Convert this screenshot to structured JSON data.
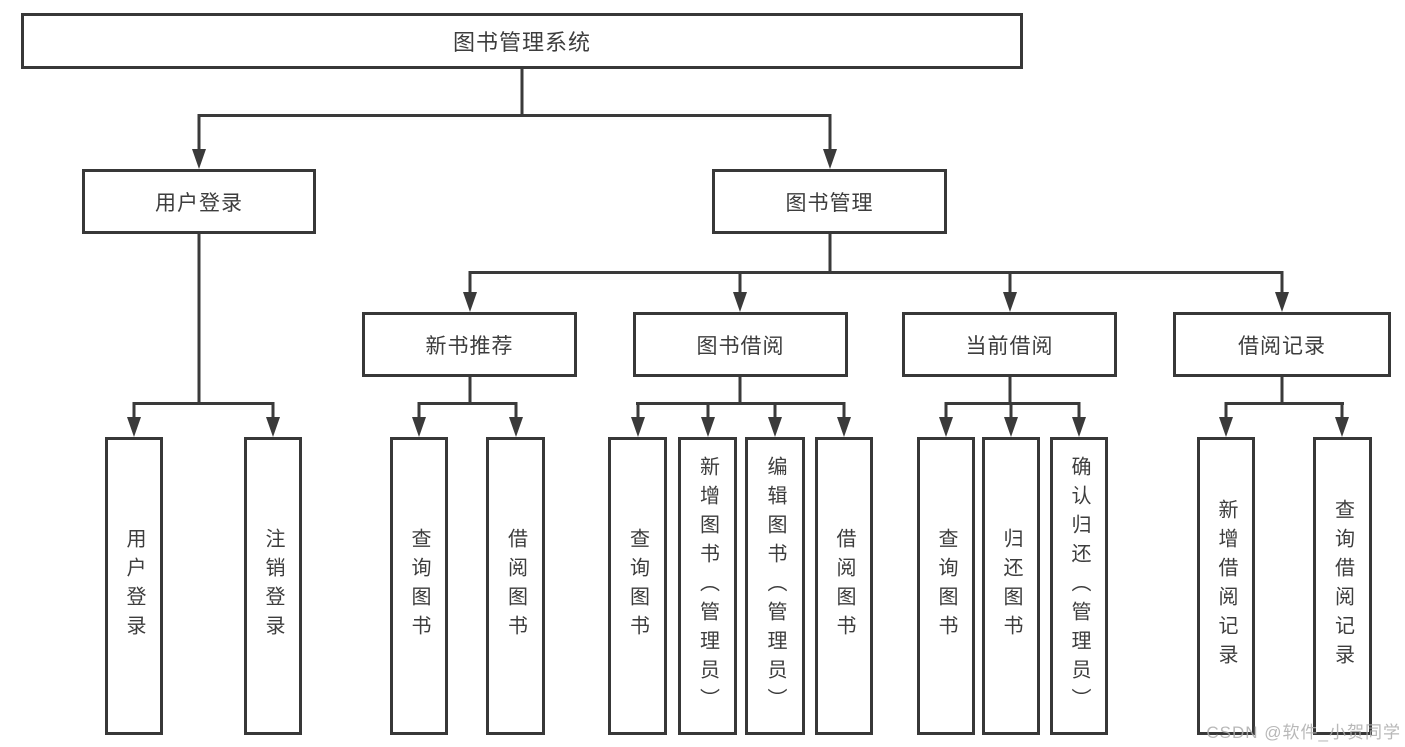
{
  "nodes": {
    "root": "图书管理系统",
    "user_login": "用户登录",
    "book_management": "图书管理",
    "new_book_recommend": "新书推荐",
    "book_borrow": "图书借阅",
    "current_borrow": "当前借阅",
    "borrow_record": "借阅记录",
    "leaves": {
      "user_login": "用户登录",
      "logout": "注销登录",
      "query_book_recommend": "查询图书",
      "borrow_book_recommend": "借阅图书",
      "query_book_borrow": "查询图书",
      "add_book_admin": "新增图书（管理员）",
      "edit_book_admin": "编辑图书（管理员）",
      "borrow_book_borrow": "借阅图书",
      "query_book_current": "查询图书",
      "return_book": "归还图书",
      "confirm_return_admin": "确认归还（管理员）",
      "add_borrow_record": "新增借阅记录",
      "query_borrow_record": "查询借阅记录"
    }
  },
  "watermark": "CSDN @软件_小贺同学",
  "colors": {
    "line": "#3a3a3a",
    "box_border": "#383838",
    "text": "#3d3d3d",
    "watermark": "#acacac",
    "background": "#ffffff"
  }
}
